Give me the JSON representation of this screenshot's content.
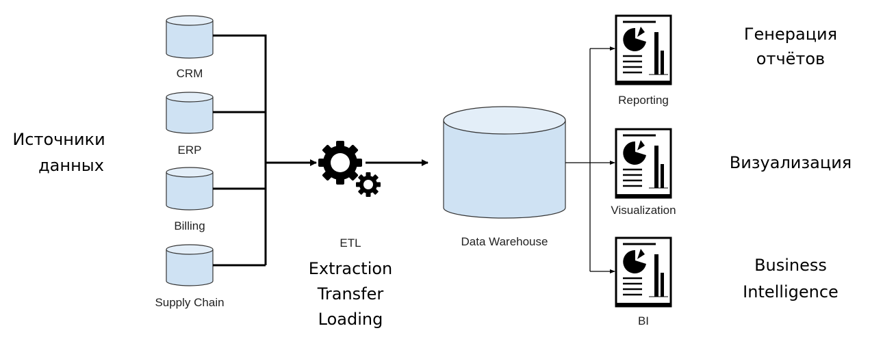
{
  "sources": {
    "heading_line1": "Источники",
    "heading_line2": "данных",
    "items": [
      {
        "label": "CRM",
        "icon": "database-icon"
      },
      {
        "label": "ERP",
        "icon": "database-icon"
      },
      {
        "label": "Billing",
        "icon": "database-icon"
      },
      {
        "label": "Supply Chain",
        "icon": "database-icon"
      }
    ]
  },
  "etl": {
    "label": "ETL",
    "icon": "gears-icon",
    "description": [
      "Extraction",
      "Transfer",
      "Loading"
    ]
  },
  "warehouse": {
    "label": "Data Warehouse",
    "icon": "database-icon"
  },
  "outputs": [
    {
      "label": "Reporting",
      "icon": "report-document-icon",
      "caption": [
        "Генерация",
        "отчётов"
      ]
    },
    {
      "label": "Visualization",
      "icon": "report-document-icon",
      "caption": [
        "Визуализация"
      ]
    },
    {
      "label": "BI",
      "icon": "report-document-icon",
      "caption": [
        "Business",
        "Intelligence"
      ]
    }
  ],
  "colors": {
    "cylinder_fill": "#cfe2f3",
    "cylinder_top": "#e3eef8",
    "stroke": "#000000"
  }
}
